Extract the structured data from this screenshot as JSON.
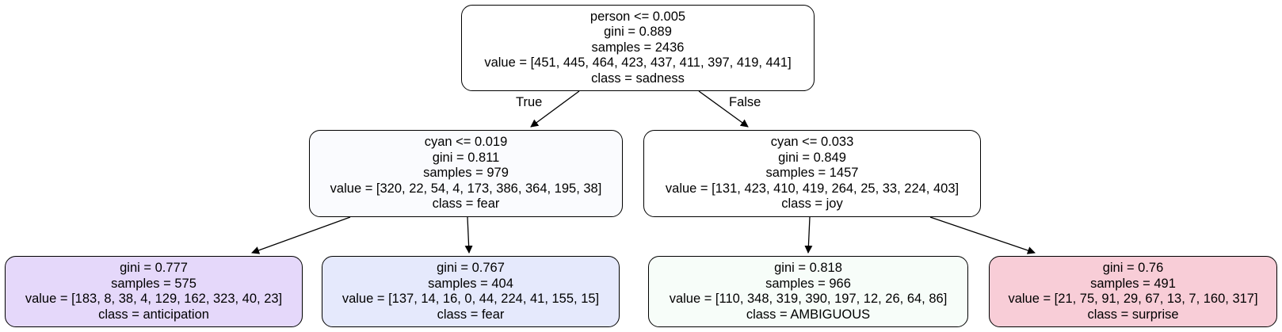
{
  "tree": {
    "nodes": [
      {
        "id": 0,
        "lines": [
          "person <= 0.005",
          "gini = 0.889",
          "samples = 2436",
          "value = [451, 445, 464, 423, 437, 411, 397, 419, 441]",
          "class = sadness"
        ],
        "fill": "#ffffff"
      },
      {
        "id": 1,
        "lines": [
          "cyan <= 0.019",
          "gini = 0.811",
          "samples = 979",
          "value = [320, 22, 54, 4, 173, 386, 364, 195, 38]",
          "class = fear"
        ],
        "fill": "#fafbfe"
      },
      {
        "id": 2,
        "lines": [
          "cyan <= 0.033",
          "gini = 0.849",
          "samples = 1457",
          "value = [131, 423, 410, 419, 264, 25, 33, 224, 403]",
          "class = joy"
        ],
        "fill": "#ffffff"
      },
      {
        "id": 3,
        "lines": [
          "gini = 0.777",
          "samples = 575",
          "value = [183, 8, 38, 4, 129, 162, 323, 40, 23]",
          "class = anticipation"
        ],
        "fill": "#e5d8fa"
      },
      {
        "id": 4,
        "lines": [
          "gini = 0.767",
          "samples = 404",
          "value = [137, 14, 16, 0, 44, 224, 41, 155, 15]",
          "class = fear"
        ],
        "fill": "#e5e9fc"
      },
      {
        "id": 5,
        "lines": [
          "gini = 0.818",
          "samples = 966",
          "value = [110, 348, 319, 390, 197, 12, 26, 64, 86]",
          "class = AMBIGUOUS"
        ],
        "fill": "#f7fdf9"
      },
      {
        "id": 6,
        "lines": [
          "gini = 0.76",
          "samples = 491",
          "value = [21, 75, 91, 29, 67, 13, 7, 160, 317]",
          "class = surprise"
        ],
        "fill": "#f8cdd7"
      }
    ],
    "edges": [
      {
        "from": 0,
        "to": 1
      },
      {
        "from": 0,
        "to": 2
      },
      {
        "from": 1,
        "to": 3
      },
      {
        "from": 1,
        "to": 4
      },
      {
        "from": 2,
        "to": 5
      },
      {
        "from": 2,
        "to": 6
      }
    ],
    "edge_labels": {
      "true_label": "True",
      "false_label": "False"
    },
    "colors": {
      "stroke": "#000000",
      "text": "#000000",
      "background": "#ffffff"
    }
  }
}
